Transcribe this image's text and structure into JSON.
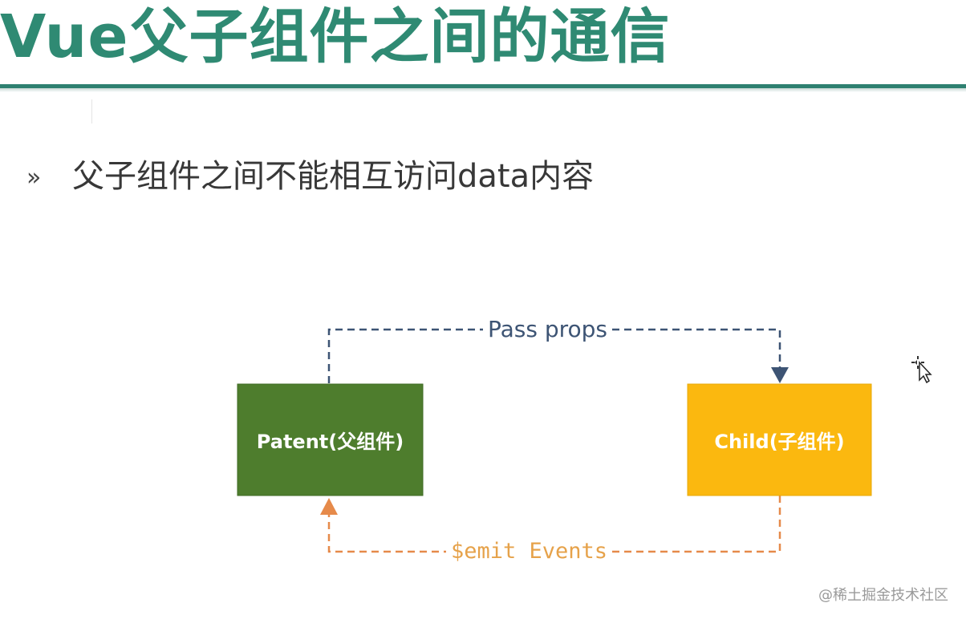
{
  "slide": {
    "title": "Vue父子组件之间的通信",
    "bullet_marker": "»",
    "bullet_text": "父子组件之间不能相互访问data内容"
  },
  "diagram": {
    "parent_label": "Patent(父组件)",
    "child_label": "Child(子组件)",
    "props_label": "Pass props",
    "emit_label": "$emit Events",
    "colors": {
      "parent_fill": "#4e7d2d",
      "child_fill": "#fbb80f",
      "props_line": "#3d5474",
      "emit_line": "#e68a4a"
    }
  },
  "watermark": "@稀土掘金技术社区",
  "icons": {
    "cursor": "move-cursor-icon"
  }
}
